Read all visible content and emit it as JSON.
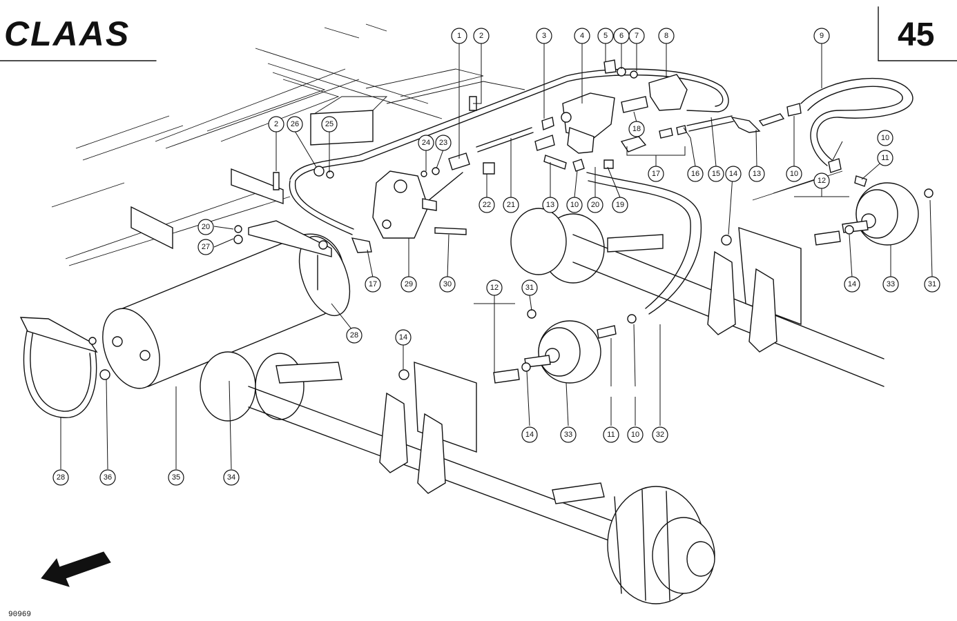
{
  "header": {
    "brand": "CLAAS",
    "page_number": "45"
  },
  "footer": {
    "drawing_number": "90969"
  },
  "icons": {
    "direction_arrow": "arrow-down-left-icon"
  },
  "callouts": [
    {
      "label": "1"
    },
    {
      "label": "2"
    },
    {
      "label": "3"
    },
    {
      "label": "4"
    },
    {
      "label": "5"
    },
    {
      "label": "6"
    },
    {
      "label": "7"
    },
    {
      "label": "8"
    },
    {
      "label": "9"
    },
    {
      "label": "2"
    },
    {
      "label": "26"
    },
    {
      "label": "25"
    },
    {
      "label": "24"
    },
    {
      "label": "23"
    },
    {
      "label": "22"
    },
    {
      "label": "21"
    },
    {
      "label": "13"
    },
    {
      "label": "10"
    },
    {
      "label": "20"
    },
    {
      "label": "19"
    },
    {
      "label": "18"
    },
    {
      "label": "17"
    },
    {
      "label": "16"
    },
    {
      "label": "15"
    },
    {
      "label": "14"
    },
    {
      "label": "13"
    },
    {
      "label": "10"
    },
    {
      "label": "10"
    },
    {
      "label": "11"
    },
    {
      "label": "12"
    },
    {
      "label": "20"
    },
    {
      "label": "27"
    },
    {
      "label": "17"
    },
    {
      "label": "29"
    },
    {
      "label": "30"
    },
    {
      "label": "14"
    },
    {
      "label": "33"
    },
    {
      "label": "31"
    },
    {
      "label": "12"
    },
    {
      "label": "31"
    },
    {
      "label": "28"
    },
    {
      "label": "14"
    },
    {
      "label": "14"
    },
    {
      "label": "33"
    },
    {
      "label": "11"
    },
    {
      "label": "10"
    },
    {
      "label": "32"
    },
    {
      "label": "28"
    },
    {
      "label": "36"
    },
    {
      "label": "35"
    },
    {
      "label": "34"
    }
  ]
}
